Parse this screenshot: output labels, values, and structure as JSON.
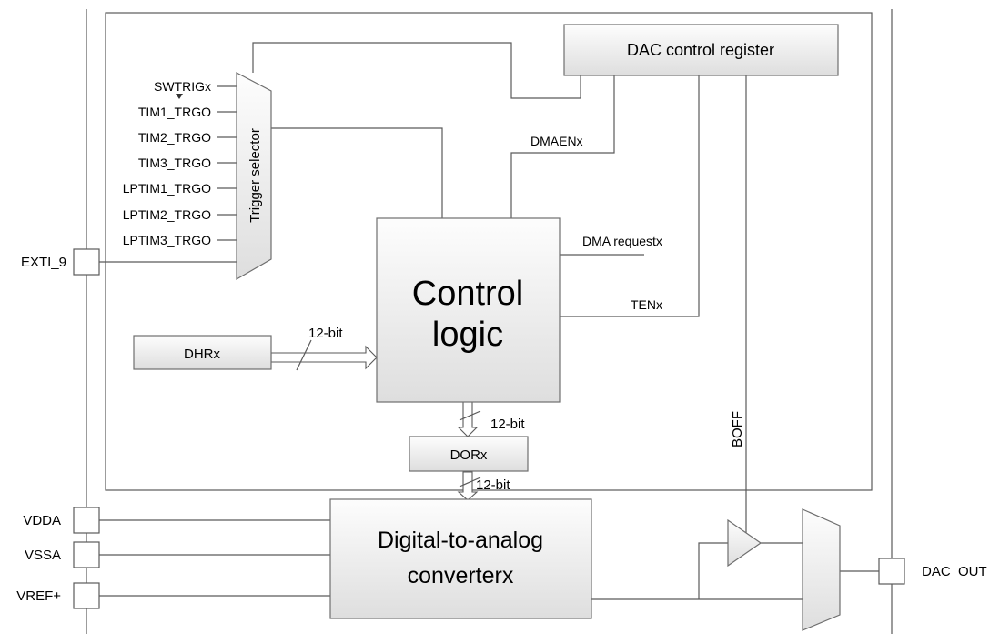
{
  "colors": {
    "block_fill_top": "#fdfdfd",
    "block_fill_bottom": "#dedede",
    "line": "#5a5a5a",
    "background": "#ffffff"
  },
  "blocks": {
    "dac_control_register": "DAC control register",
    "trigger_selector": "Trigger selector",
    "control_logic_line1": "Control",
    "control_logic_line2": "logic",
    "dhr": "DHRx",
    "dor": "DORx",
    "dac_line1": "Digital-to-analog",
    "dac_line2": "converterx"
  },
  "trigger_inputs": [
    "SWTRIGx",
    "TIM1_TRGO",
    "TIM2_TRGO",
    "TIM3_TRGO",
    "LPTIM1_TRGO",
    "LPTIM2_TRGO",
    "LPTIM3_TRGO"
  ],
  "pins": {
    "exti": "EXTI_9",
    "vdda": "VDDA",
    "vssa": "VSSA",
    "vref": "VREF+",
    "dac_out": "DAC_OUT"
  },
  "signals": {
    "dmaen": "DMAENx",
    "dma_request": "DMA requestx",
    "ten": "TENx",
    "boff": "BOFF"
  },
  "bus_labels": {
    "dhr_to_control": "12-bit",
    "control_to_dor": "12-bit",
    "dor_to_dac": "12-bit"
  }
}
